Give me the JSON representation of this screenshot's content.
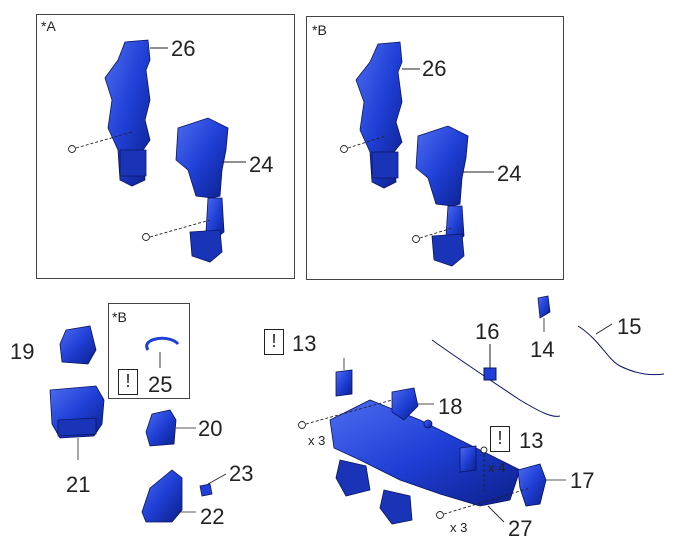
{
  "insets": [
    {
      "tag": "*A"
    },
    {
      "tag": "*B"
    },
    {
      "tag": "*B"
    }
  ],
  "part_numbers": {
    "p26a": "26",
    "p24a": "24",
    "p26b": "26",
    "p24b": "24",
    "p19": "19",
    "p21": "21",
    "p25": "25",
    "p20": "20",
    "p23": "23",
    "p22": "22",
    "p13a": "13",
    "p18": "18",
    "p16": "16",
    "p14": "14",
    "p15": "15",
    "p13b": "13",
    "p17": "17",
    "p27": "27"
  },
  "quantities": {
    "q1": "x 3",
    "q2": "x 4",
    "q3": "x 3"
  },
  "caution_mark": "!",
  "colors": {
    "part_fill": "#1f3fd6",
    "part_dark": "#0c1f8a",
    "part_light": "#4d6cf0",
    "line": "#222222"
  }
}
